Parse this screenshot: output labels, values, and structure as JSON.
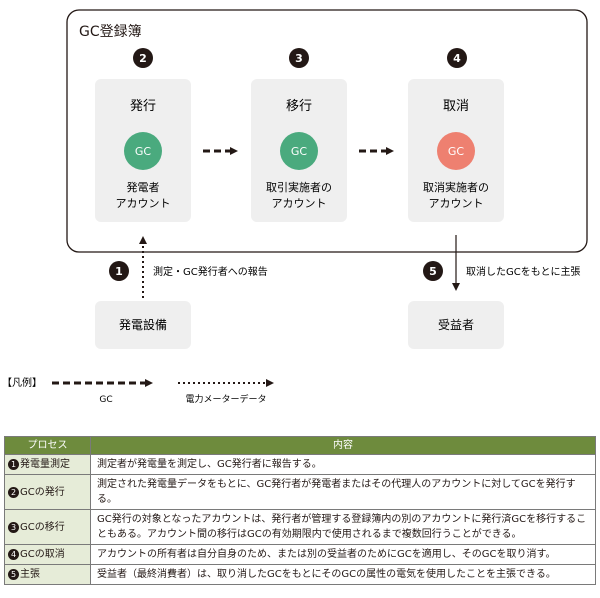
{
  "registry": {
    "title": "GC登録簿"
  },
  "steps": [
    {
      "num": "1",
      "label": "測定・GC発行者への報告"
    },
    {
      "num": "2"
    },
    {
      "num": "3"
    },
    {
      "num": "4"
    },
    {
      "num": "5",
      "label": "取消したGCをもとに主張"
    }
  ],
  "boxes": {
    "issue": {
      "title": "発行",
      "badge": "GC",
      "line1": "発電者",
      "line2": "アカウント"
    },
    "transfer": {
      "title": "移行",
      "badge": "GC",
      "line1": "取引実施者の",
      "line2": "アカウント"
    },
    "cancel": {
      "title": "取消",
      "badge": "GC",
      "line1": "取消実施者の",
      "line2": "アカウント"
    },
    "generation": {
      "label": "発電設備"
    },
    "beneficiary": {
      "label": "受益者"
    }
  },
  "legend": {
    "title": "【凡例】",
    "gc_label": "GC",
    "meter_label": "電力メーターデータ"
  },
  "colors": {
    "gc_green": "#4aaa7e",
    "gc_red": "#ee8070",
    "box_fill": "#efefef",
    "table_header": "#6e8b3d",
    "table_proc": "#e6ecd8"
  },
  "table": {
    "headers": [
      "プロセス",
      "内容"
    ],
    "rows": [
      {
        "num": "1",
        "process": "発電量測定",
        "content": "測定者が発電量を測定し、GC発行者に報告する。"
      },
      {
        "num": "2",
        "process": "GCの発行",
        "content": "測定された発電量データをもとに、GC発行者が発電者またはその代理人のアカウントに対してGCを発行する。"
      },
      {
        "num": "3",
        "process": "GCの移行",
        "content": "GC発行の対象となったアカウントは、発行者が管理する登録簿内の別のアカウントに発行済GCを移行することもある。アカウント間の移行はGCの有効期限内で使用されるまで複数回行うことができる。"
      },
      {
        "num": "4",
        "process": "GCの取消",
        "content": "アカウントの所有者は自分自身のため、または別の受益者のためにGCを適用し、そのGCを取り消す。"
      },
      {
        "num": "5",
        "process": "主張",
        "content": "受益者（最終消費者）は、取り消したGCをもとにそのGCの属性の電気を使用したことを主張できる。"
      }
    ]
  }
}
